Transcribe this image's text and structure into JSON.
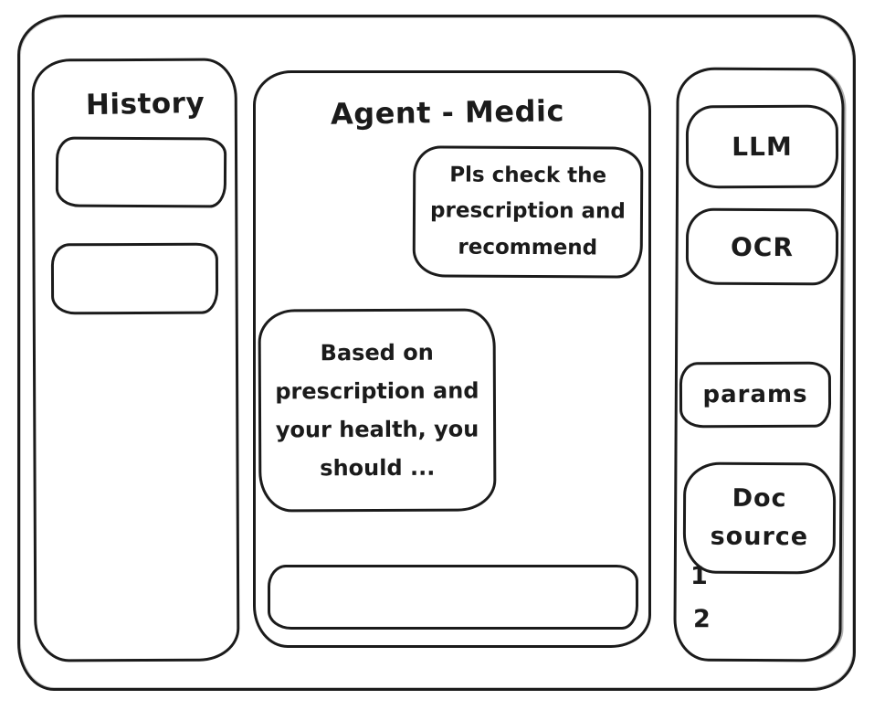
{
  "app": {
    "title": "Agent - Medic"
  },
  "history": {
    "title": "History",
    "items": [
      {
        "label": ""
      },
      {
        "label": ""
      }
    ]
  },
  "chat": {
    "title": "Agent - Medic",
    "messages": [
      {
        "role": "user",
        "text": "Pls check the prescription and recommend"
      },
      {
        "role": "assistant",
        "text": "Based on prescription and your health, you should ..."
      }
    ],
    "input": {
      "value": "",
      "placeholder": ""
    }
  },
  "tools": {
    "items": [
      {
        "label": "LLM"
      },
      {
        "label": "OCR"
      },
      {
        "label": "params"
      },
      {
        "label": "Doc source"
      }
    ],
    "doc_source_options": [
      {
        "label": "1"
      },
      {
        "label": "2"
      }
    ]
  },
  "colors": {
    "stroke": "#1b1b1b",
    "background": "#ffffff"
  }
}
